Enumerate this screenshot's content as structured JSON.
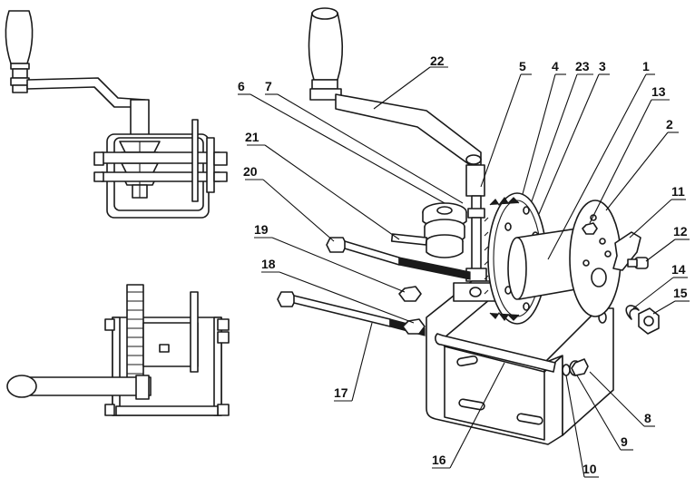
{
  "figure": {
    "views": [
      "top-view",
      "front-view",
      "exploded-view"
    ]
  },
  "callouts": [
    {
      "id": "22",
      "label": "22",
      "part": "crank-handle"
    },
    {
      "id": "5",
      "label": "5",
      "part": "worm-shaft"
    },
    {
      "id": "4",
      "label": "4",
      "part": "worm-gear"
    },
    {
      "id": "23",
      "label": "23",
      "part": "gear-hub"
    },
    {
      "id": "3",
      "label": "3",
      "part": "gear-plate"
    },
    {
      "id": "1",
      "label": "1",
      "part": "drum"
    },
    {
      "id": "13",
      "label": "13",
      "part": "drum-bolt"
    },
    {
      "id": "2",
      "label": "2",
      "part": "drum-flange"
    },
    {
      "id": "6",
      "label": "6",
      "part": "worm"
    },
    {
      "id": "7",
      "label": "7",
      "part": "worm-collar"
    },
    {
      "id": "21",
      "label": "21",
      "part": "pin"
    },
    {
      "id": "20",
      "label": "20",
      "part": "long-bolt"
    },
    {
      "id": "19",
      "label": "19",
      "part": "nut"
    },
    {
      "id": "18",
      "label": "18",
      "part": "nut"
    },
    {
      "id": "17",
      "label": "17",
      "part": "through-bolt"
    },
    {
      "id": "16",
      "label": "16",
      "part": "frame-base"
    },
    {
      "id": "11",
      "label": "11",
      "part": "ratchet-pawl"
    },
    {
      "id": "12",
      "label": "12",
      "part": "pawl-screw"
    },
    {
      "id": "14",
      "label": "14",
      "part": "spring-washer"
    },
    {
      "id": "15",
      "label": "15",
      "part": "hex-nut"
    },
    {
      "id": "8",
      "label": "8",
      "part": "side-plate"
    },
    {
      "id": "9",
      "label": "9",
      "part": "washer"
    },
    {
      "id": "10",
      "label": "10",
      "part": "lock-washer"
    }
  ]
}
